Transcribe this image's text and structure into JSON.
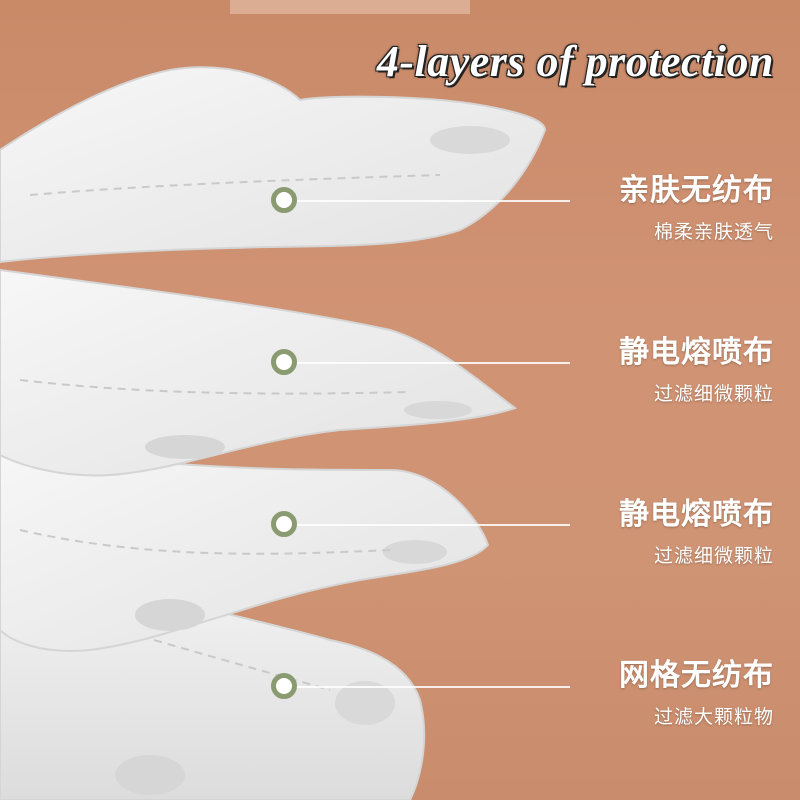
{
  "title": "4-layers of protection",
  "layers": [
    {
      "name": "亲肤无纺布",
      "desc": "棉柔亲肤透气"
    },
    {
      "name": "静电熔喷布",
      "desc": "过滤细微颗粒"
    },
    {
      "name": "静电熔喷布",
      "desc": "过滤细微颗粒"
    },
    {
      "name": "网格无纺布",
      "desc": "过滤大颗粒物"
    }
  ],
  "colors": {
    "background": "#cf9474",
    "marker_ring": "#8a9b72",
    "layer_fill": "#f1f1f1"
  }
}
